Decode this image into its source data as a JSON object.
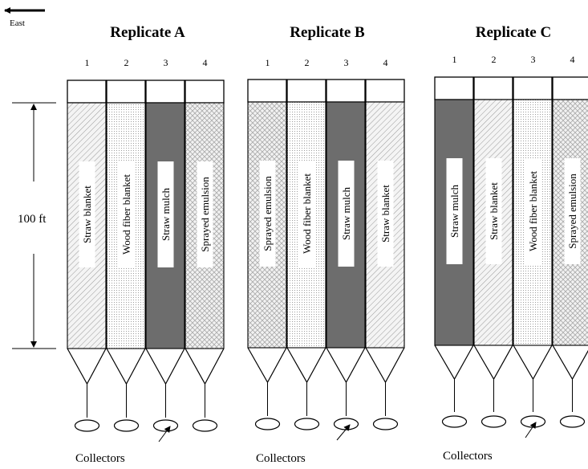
{
  "direction_label": "East",
  "dimension_label": "100 ft",
  "collectors_label": "Collectors",
  "colors": {
    "straw_mulch": "#6d6d6d",
    "outline": "#000000",
    "label_box": "#ffffff",
    "hatch_line": "#9a9a9a"
  },
  "treatment_fills": {
    "Straw blanket": "diagonal-hatch",
    "Wood fiber blanket": "fine-dots",
    "Straw mulch": "solid-dark-gray",
    "Sprayed emulsion": "crosshatch"
  },
  "replicates": [
    {
      "title": "Replicate A",
      "plots": [
        {
          "number": "1",
          "treatment": "Straw blanket"
        },
        {
          "number": "2",
          "treatment": "Wood fiber blanket"
        },
        {
          "number": "3",
          "treatment": "Straw mulch"
        },
        {
          "number": "4",
          "treatment": "Sprayed emulsion"
        }
      ]
    },
    {
      "title": "Replicate B",
      "plots": [
        {
          "number": "1",
          "treatment": "Sprayed emulsion"
        },
        {
          "number": "2",
          "treatment": "Wood fiber blanket"
        },
        {
          "number": "3",
          "treatment": "Straw mulch"
        },
        {
          "number": "4",
          "treatment": "Straw blanket"
        }
      ]
    },
    {
      "title": "Replicate C",
      "plots": [
        {
          "number": "1",
          "treatment": "Straw mulch"
        },
        {
          "number": "2",
          "treatment": "Straw blanket"
        },
        {
          "number": "3",
          "treatment": "Wood fiber blanket"
        },
        {
          "number": "4",
          "treatment": "Sprayed emulsion"
        }
      ]
    }
  ]
}
